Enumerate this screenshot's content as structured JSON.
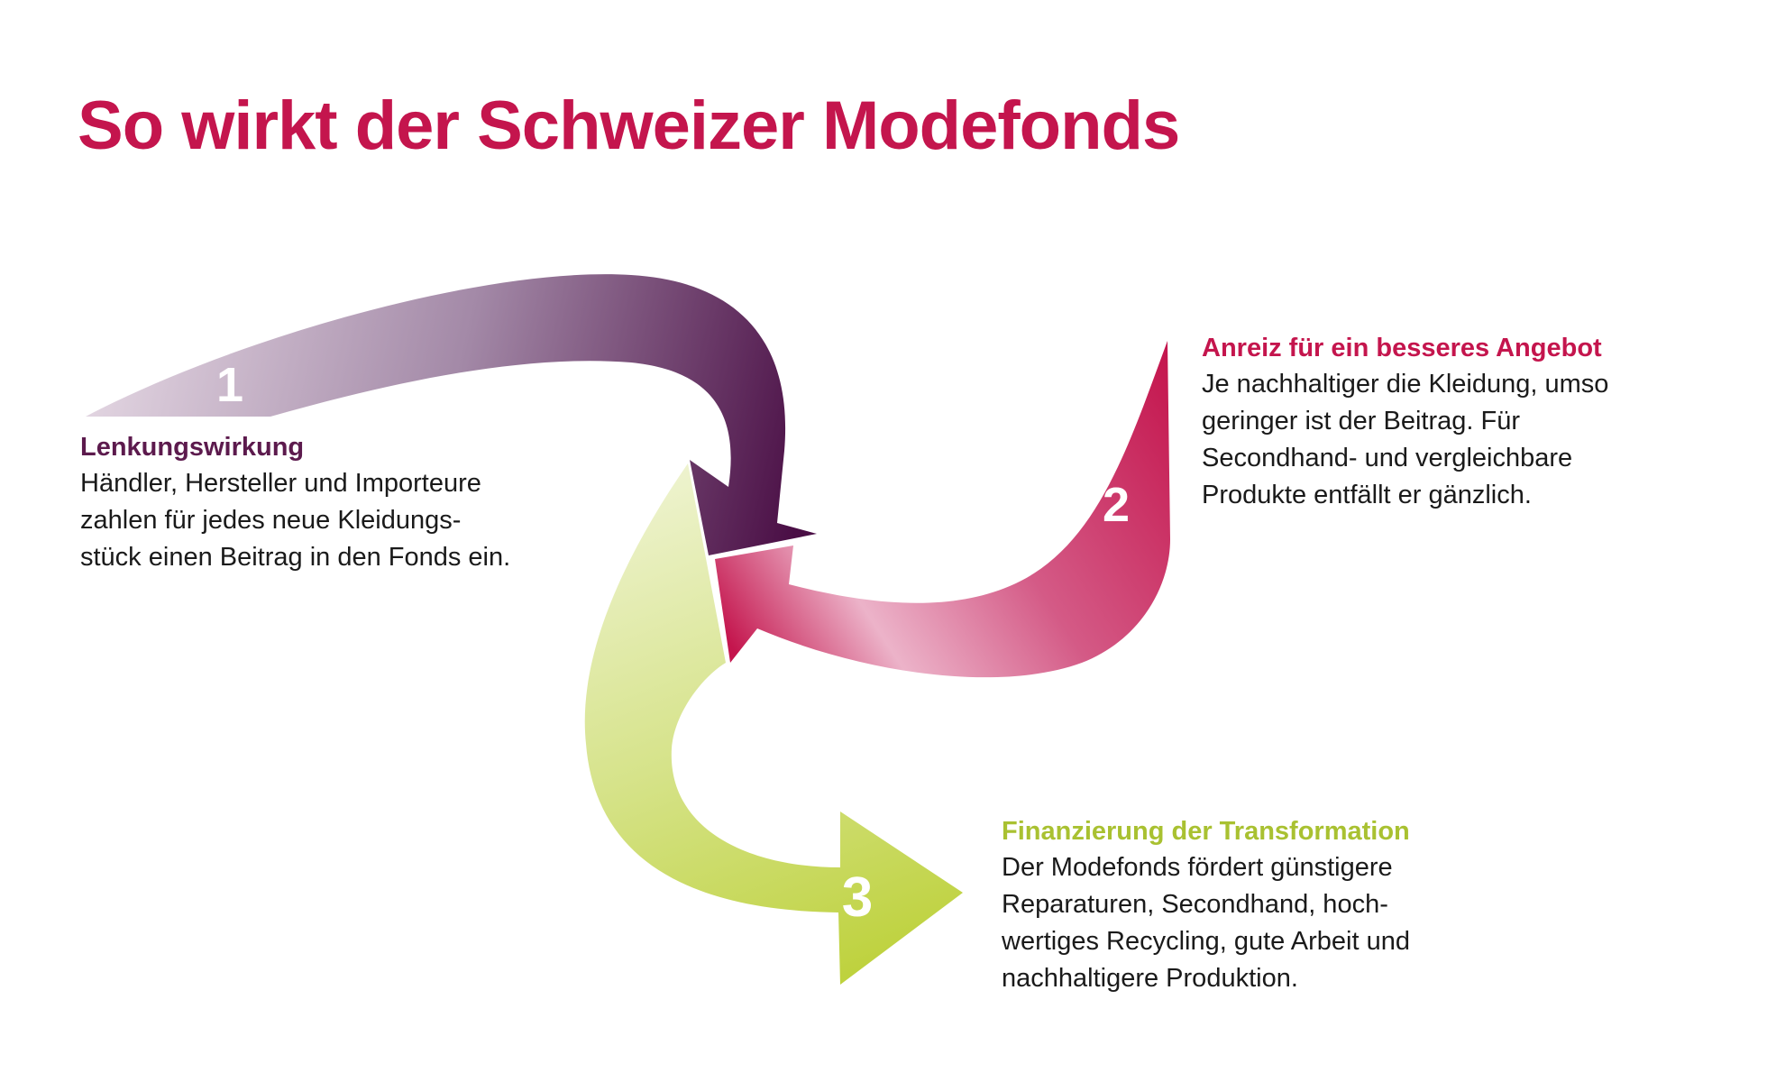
{
  "title": "So wirkt der Schweizer Modefonds",
  "steps": [
    {
      "number": "1",
      "heading": "Lenkungswirkung",
      "lines": [
        "Händler, Hersteller und Importeure",
        "zahlen für jedes neue Kleidungs-",
        "stück einen Beitrag in den Fonds ein."
      ],
      "color": "#5c1a4d"
    },
    {
      "number": "2",
      "heading": "Anreiz für ein besseres Angebot",
      "lines": [
        "Je nachhaltiger die Kleidung, umso",
        "geringer ist der Beitrag. Für",
        "Secondhand- und vergleichbare",
        "Produkte entfällt er gänzlich."
      ],
      "color": "#c4154d"
    },
    {
      "number": "3",
      "heading": "Finanzierung der Transformation",
      "lines": [
        "Der Modefonds fördert günstigere",
        "Reparaturen, Secondhand, hoch-",
        "wertiges Recycling, gute Arbeit und",
        "nachhaltigere Produktion."
      ],
      "color": "#a9c131"
    }
  ],
  "colors": {
    "title": "#c4154d",
    "arrow_1_dark": "#4a0e45",
    "arrow_1_light": "#e3d6e2",
    "arrow_2_dark": "#c4154d",
    "arrow_2_light": "#f2c8d8",
    "arrow_3_dark": "#bdd13a",
    "arrow_3_light": "#eef3cf"
  }
}
